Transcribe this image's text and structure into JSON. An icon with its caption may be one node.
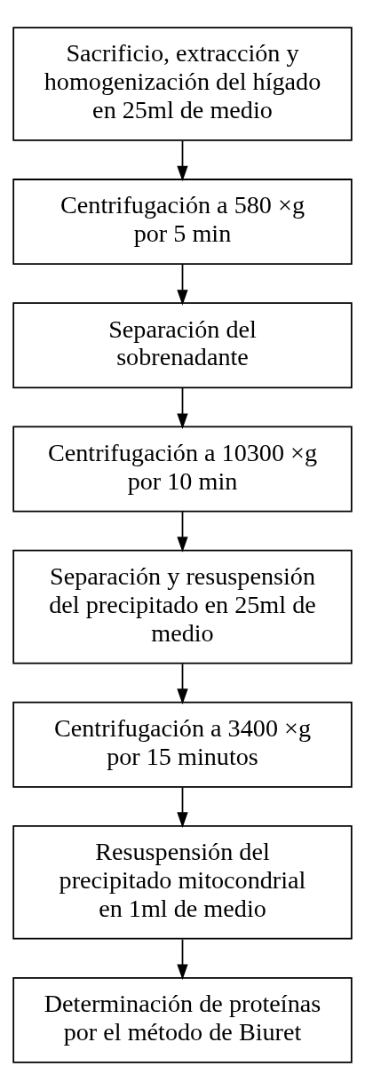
{
  "diagram": {
    "nodes": [
      {
        "text": [
          "Sacrificio, extracción y homogenización del hígado en 25ml de medio"
        ]
      },
      {
        "text": [
          "Centrifugación a 580 ×g por 5 min"
        ]
      },
      {
        "text": [
          "Separación del sobrenadante"
        ]
      },
      {
        "text": [
          "Centrifugación a 10300 ×g por 10 min"
        ]
      },
      {
        "text": [
          "Separación y resuspensión del precipitado en 25ml de medio"
        ]
      },
      {
        "text": [
          "Centrifugación a 3400 ×g por 15 minutos"
        ]
      },
      {
        "text": [
          "Resuspensión del precipitado mitocondrial en 1ml de medio"
        ]
      },
      {
        "text": [
          "Determinación de proteínas por el método de Biuret"
        ]
      }
    ],
    "edges": [
      {
        "from": 0,
        "to": 1,
        "arrow": "to"
      },
      {
        "from": 1,
        "to": 2,
        "arrow": "to"
      },
      {
        "from": 2,
        "to": 3,
        "arrow": "to"
      },
      {
        "from": 3,
        "to": 4,
        "arrow": "to"
      },
      {
        "from": 4,
        "to": 5,
        "arrow": "to"
      },
      {
        "from": 5,
        "to": 6,
        "arrow": "to"
      },
      {
        "from": 6,
        "to": 7,
        "arrow": "to"
      }
    ]
  }
}
